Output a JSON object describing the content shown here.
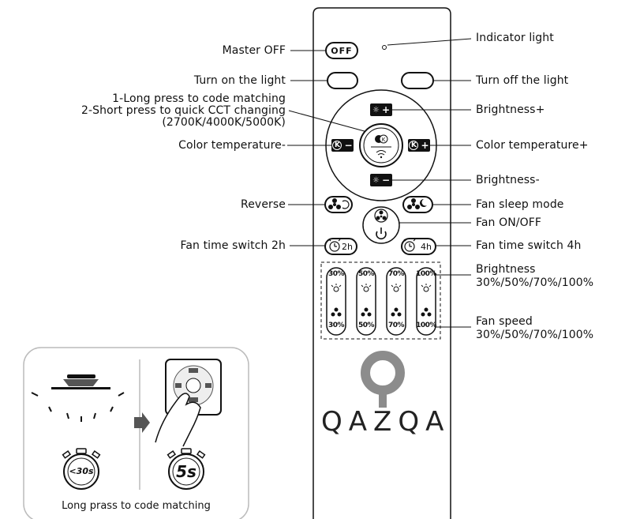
{
  "labels": {
    "master_off": "Master OFF",
    "indicator": "Indicator light",
    "turn_on_light": "Turn on the light",
    "turn_off_light": "Turn off the light",
    "code_line1": "1-Long press to code matching",
    "code_line2": "2-Short press to quick CCT changing",
    "code_line3": "(2700K/4000K/5000K)",
    "brightness_plus": "Brightness+",
    "color_temp_minus": "Color temperature-",
    "color_temp_plus": "Color temperature+",
    "brightness_minus": "Brightness-",
    "reverse": "Reverse",
    "fan_sleep": "Fan sleep mode",
    "fan_onoff": "Fan ON/OFF",
    "fan_2h": "Fan time switch 2h",
    "fan_4h": "Fan time switch 4h",
    "brightness_title": "Brightness",
    "brightness_levels": "30%/50%/70%/100%",
    "fan_speed_title": "Fan speed",
    "fan_speed_levels": "30%/50%/70%/100%"
  },
  "buttons": {
    "off": "OFF",
    "timer_2h": "2h",
    "timer_4h": "4h"
  },
  "levels": [
    "30%",
    "50%",
    "70%",
    "100%"
  ],
  "inset": {
    "timer_short": "<30s",
    "timer_long": "5s",
    "caption": "Long prass to code matching"
  },
  "logo": "QAZQA",
  "colors": {
    "ink": "#111111",
    "logo_gray": "#8c8c8c"
  }
}
